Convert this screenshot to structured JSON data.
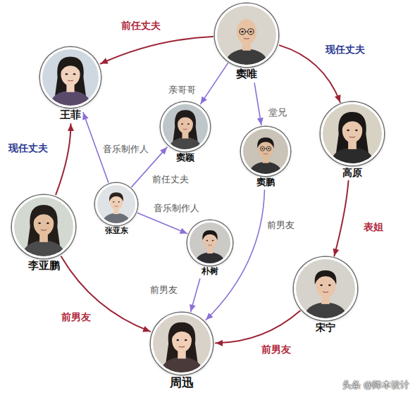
{
  "diagram": {
    "nodes": [
      {
        "text": [
          "窦唯"
        ]
      },
      {
        "text": [
          "王菲"
        ]
      },
      {
        "text": [
          "高原"
        ]
      },
      {
        "text": [
          "窦颖"
        ]
      },
      {
        "text": [
          "窦鹏"
        ]
      },
      {
        "text": [
          "李亚鹏"
        ]
      },
      {
        "text": [
          "张亚东"
        ]
      },
      {
        "text": [
          "朴树"
        ]
      },
      {
        "text": [
          "宋宁"
        ]
      },
      {
        "text": [
          "周迅"
        ]
      }
    ],
    "edges": [
      {
        "from": 0,
        "to": 1,
        "label": "前任丈夫",
        "arrow": "to"
      },
      {
        "from": 0,
        "to": 2,
        "label": "现任丈夫",
        "arrow": "to"
      },
      {
        "from": 0,
        "to": 3,
        "label": "亲哥哥",
        "arrow": "to"
      },
      {
        "from": 0,
        "to": 4,
        "label": "堂兄",
        "arrow": "to"
      },
      {
        "from": 5,
        "to": 1,
        "label": "现任丈夫",
        "arrow": "to"
      },
      {
        "from": 6,
        "to": 1,
        "label": "音乐制作人",
        "arrow": "to"
      },
      {
        "from": 6,
        "to": 3,
        "label": "前任丈夫",
        "arrow": "to"
      },
      {
        "from": 6,
        "to": 7,
        "label": "音乐制作人",
        "arrow": "to"
      },
      {
        "from": 2,
        "to": 8,
        "label": "表姐",
        "arrow": "to"
      },
      {
        "from": 4,
        "to": 9,
        "label": "前男友",
        "arrow": "to"
      },
      {
        "from": 7,
        "to": 9,
        "label": "前男友",
        "arrow": "to"
      },
      {
        "from": 5,
        "to": 9,
        "label": "前男友",
        "arrow": "to"
      },
      {
        "from": 8,
        "to": 9,
        "label": "前男友",
        "arrow": "to"
      }
    ],
    "labels": [
      "头条 @降本设计"
    ]
  }
}
